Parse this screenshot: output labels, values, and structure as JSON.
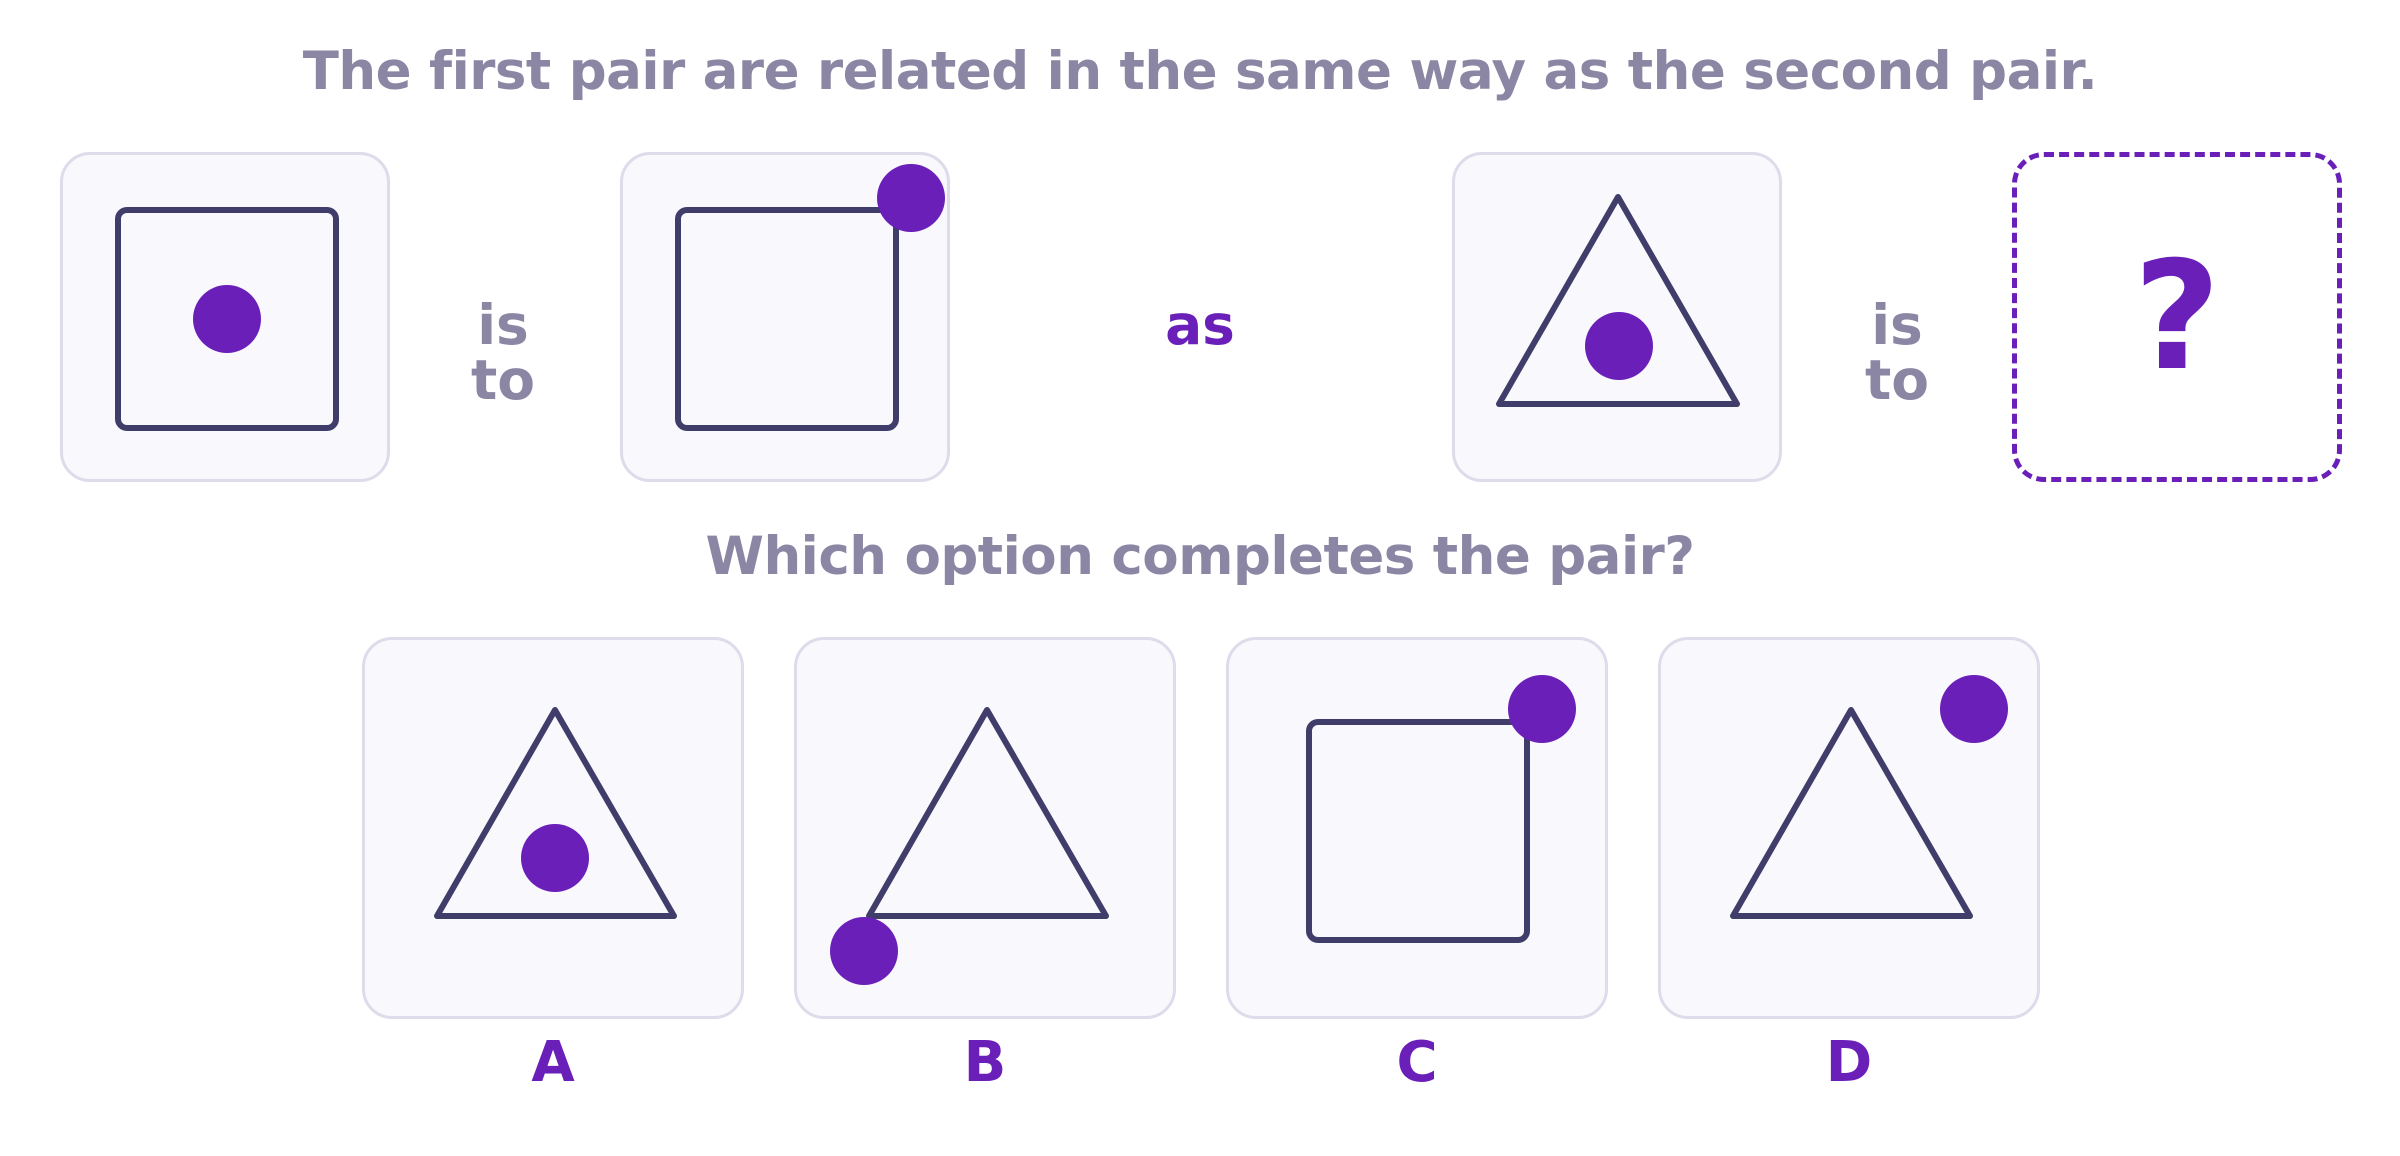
{
  "prompt_top": "The first pair are related in the same way as the second pair.",
  "prompt_mid": "Which option completes the pair?",
  "connectors": {
    "is_to_1": "is to",
    "as": "as",
    "is_to_2": "is to"
  },
  "unknown_symbol": "?",
  "options": [
    {
      "letter": "A"
    },
    {
      "letter": "B"
    },
    {
      "letter": "C"
    },
    {
      "letter": "D"
    }
  ],
  "colors": {
    "outline": "#413d6b",
    "dot": "#6a1fb9",
    "card_bg": "#f9f8fd",
    "card_border": "#dedbeb",
    "text_muted": "#8a86a4",
    "accent": "#6a1fb9"
  }
}
